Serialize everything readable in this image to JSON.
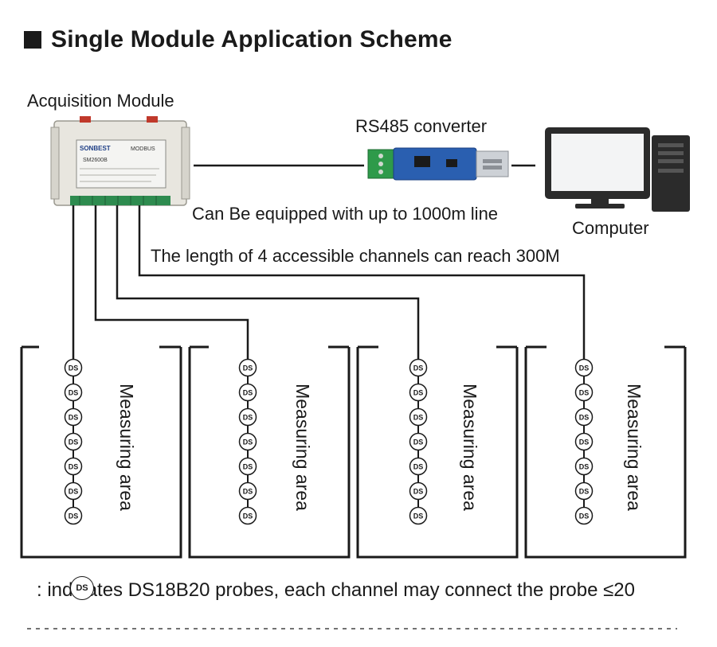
{
  "title": "Single Module Application Scheme",
  "labels": {
    "acquisition_module": "Acquisition Module",
    "rs485_converter": "RS485 converter",
    "computer": "Computer",
    "line_length": "Can Be equipped with up to 1000m line",
    "channel_length": "The length of 4 accessible channels can reach 300M"
  },
  "module_device": {
    "brand": "SONBEST",
    "protocol": "MODBUS",
    "model": "SM2600B"
  },
  "areas": [
    {
      "label": "Measuring area"
    },
    {
      "label": "Measuring area"
    },
    {
      "label": "Measuring area"
    },
    {
      "label": "Measuring area"
    }
  ],
  "probe_symbol": "DS",
  "probes_per_area": 7,
  "footnote": ": indicates DS18B20 probes, each channel may connect the probe ≤20"
}
